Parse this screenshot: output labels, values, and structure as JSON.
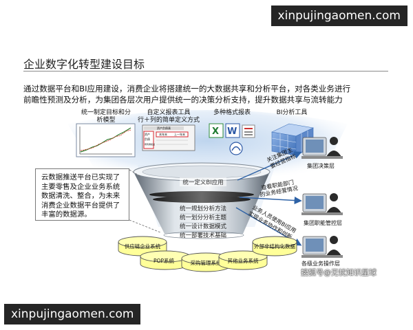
{
  "watermarks": {
    "top": "xinpujingaomen.com",
    "bottom": "xinpujingaomen.com"
  },
  "title": "企业数字化转型建设目标",
  "intro": {
    "line1": "通过数据平台和BI应用建设，消费企业将搭建统一的大数据共享和分析平台，对各类业务进行",
    "line2": "前瞻性预测及分析，为集团各层次用户提供统一的决策分析支持，提升数据共享与流转能力"
  },
  "tools": {
    "t1": {
      "line1": "统一制定目标和分",
      "line2": "析模型"
    },
    "t2": {
      "line1": "自定义报表工具",
      "line2": "行＋列的简单定义方式"
    },
    "t3": {
      "label": "多种格式报表"
    },
    "t4": {
      "label": "BI分析工具"
    }
  },
  "mini_report": {
    "title": "资产负债表",
    "rows": [
      "资产",
      "负债",
      "所有者权益"
    ],
    "cols": [
      "本年末",
      "上一年末"
    ]
  },
  "funnel_layers": [
    "统一定义BI应用",
    "统一规划分析方法",
    "统一划分分析主题",
    "统一设计数据模式",
    "统一部署技术基础"
  ],
  "left_box": [
    "云数据推送平台已实现了",
    "主要零售及企业业务系统",
    "数据清洗、整合，为未来",
    "消费企业数据平台提供了",
    "丰富的数据源。"
  ],
  "arrows": {
    "a1": [
      "关注集团主",
      "要经营指标"
    ],
    "a2": [
      "查看职能部门",
      "的业务经营情况"
    ],
    "a3": [
      "业务人员使用BI应用",
      "实现业务协作和创新"
    ]
  },
  "user_levels": [
    "集团决策层",
    "集团职能管控层",
    "各级业务操作层"
  ],
  "sources": [
    "供应链企业系统",
    "POP系统",
    "采购管理系统",
    "其他业务系统",
    "外部非结构化数据"
  ],
  "credit": "搜狐号@无忧知识星球",
  "colors": {
    "funnel_light": "#eef2f5",
    "funnel_dark": "#6c7580",
    "cylinder": "#ffff99",
    "arrow": "#2e62a6",
    "glow": "#c6d9ef"
  }
}
